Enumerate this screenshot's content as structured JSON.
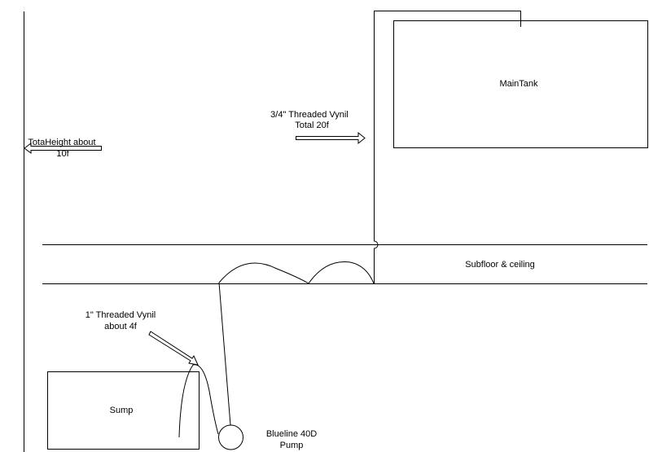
{
  "labels": {
    "main_tank": "MainTank",
    "pipe_top_line1": "3/4\"  Threaded Vynil",
    "pipe_top_line2": "Total 20f",
    "height_line1": "TotaHeight about",
    "height_line2": "10f",
    "subfloor": "Subfloor & ceiling",
    "pipe_bottom_line1": "1\" Threaded Vynil",
    "pipe_bottom_line2": "about 4f",
    "sump": "Sump",
    "pump_line1": "Blueline 40D",
    "pump_line2": "Pump"
  }
}
